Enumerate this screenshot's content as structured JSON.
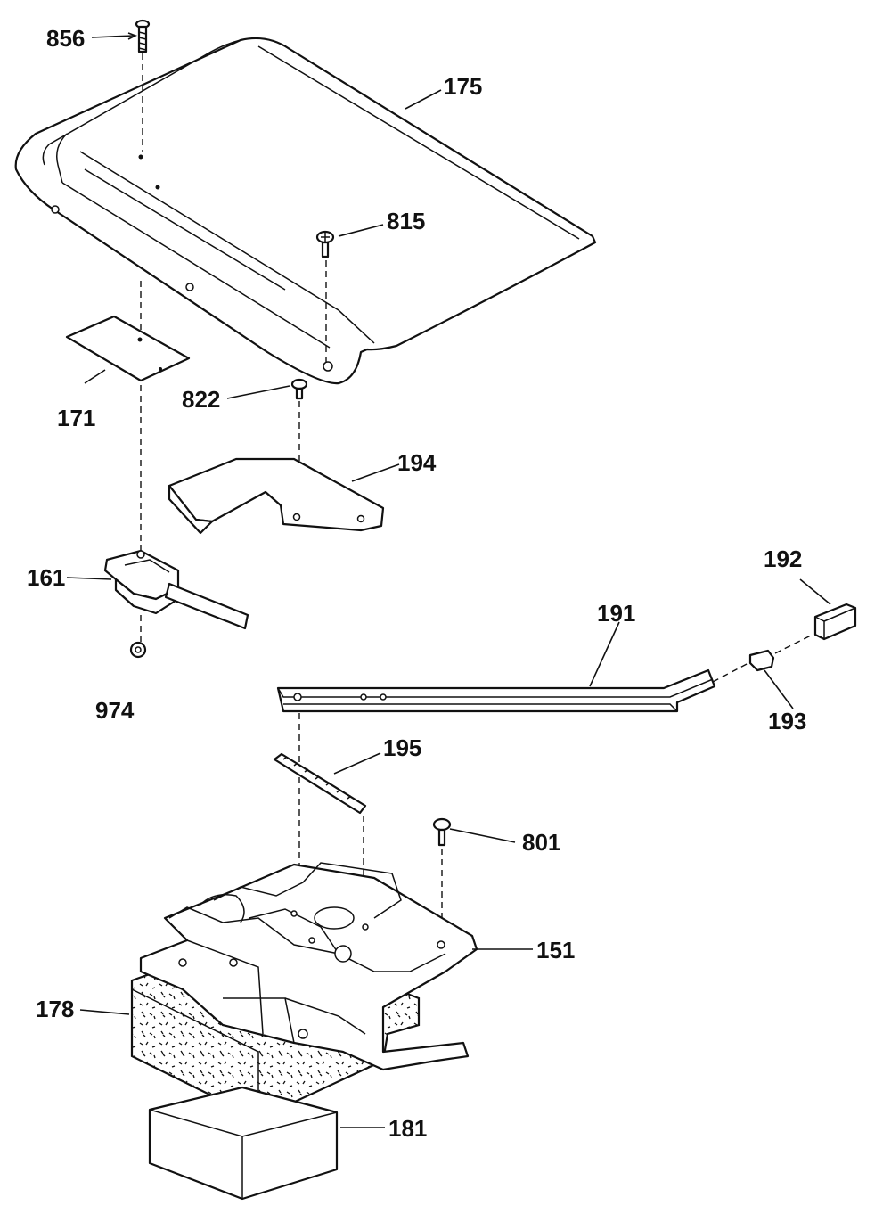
{
  "labels": {
    "p856": "856",
    "p175": "175",
    "p815": "815",
    "p171": "171",
    "p822": "822",
    "p194": "194",
    "p161": "161",
    "p192": "192",
    "p191": "191",
    "p974": "974",
    "p193": "193",
    "p195": "195",
    "p801": "801",
    "p151": "151",
    "p178": "178",
    "p181": "181"
  }
}
